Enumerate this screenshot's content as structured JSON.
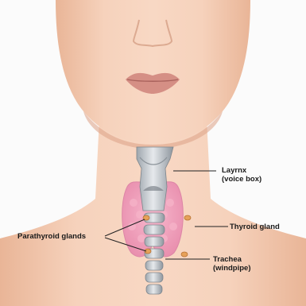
{
  "labels": {
    "larynx": {
      "line1": "Layrnx",
      "line2": "(voice box)"
    },
    "thyroid": "Thyroid gland",
    "parathyroid": "Parathyroid  glands",
    "trachea": {
      "line1": "Trachea",
      "line2": "(windpipe)"
    }
  },
  "colors": {
    "skin": "#f4cdb4",
    "skin_shadow": "#e7b193",
    "lips": "#d9958a",
    "thyroid": "#f2a6c0",
    "cartilage": "#c9ced3",
    "parathyroid": "#e8a04e"
  }
}
